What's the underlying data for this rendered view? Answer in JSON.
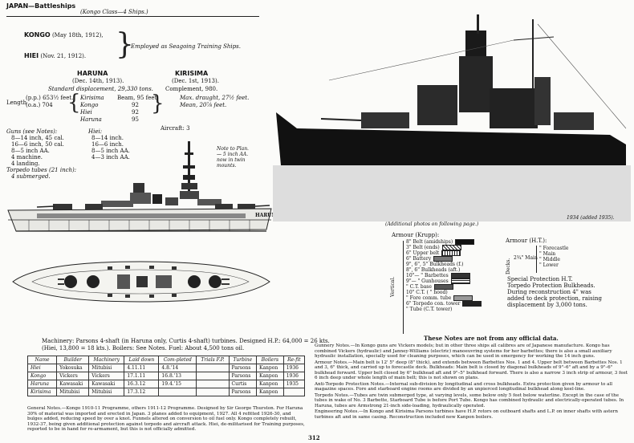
{
  "header": {
    "section": "JAPAN—Battleships",
    "class_title": "(Kongo Class—4 Ships.)"
  },
  "ships_training": [
    {
      "name": "KONGO",
      "date": "(May 18th, 1912),"
    },
    {
      "name": "HIEI",
      "date": "(Nov. 21, 1912)."
    }
  ],
  "training_note": "Employed as Seagoing Training Ships.",
  "ships_active": [
    {
      "name": "HARUNA",
      "date": "(Dec. 14th, 1913)."
    },
    {
      "name": "KIRISIMA",
      "date": "(Dec. 1st, 1913)."
    }
  ],
  "displacement": "Standard displacement, 29,330 tons.",
  "complement": "Complement, 980.",
  "length": {
    "label": "Length",
    "pp": "(p.p.) 653½ feet.",
    "oa": "(o.a.) 704",
    "rows": [
      {
        "ship": "Kirisima",
        "beam": "Beam, 95 feet."
      },
      {
        "ship": "Kongo",
        "beam": "92"
      },
      {
        "ship": "Hiei",
        "beam": "92"
      },
      {
        "ship": "Haruna",
        "beam": "95"
      }
    ],
    "draught_max": "Max. draught, 27½ feet.",
    "draught_mean": "Mean, 20⅞ feet."
  },
  "aircraft": "Aircraft: 3",
  "guns_left": {
    "title": "Guns (see Notes):",
    "items": [
      "8—14 inch, 45 cal.",
      "16—6 inch, 50 cal.",
      "8—5 inch AA.",
      "4 machine.",
      "4 landing."
    ],
    "torpedo_title": "Torpedo tubes (21 inch):",
    "torpedo": "4 submerged."
  },
  "guns_right": {
    "title": "Hiei:",
    "items": [
      "8—14 inch.",
      "16—6 inch.",
      "8—5 inch AA.",
      "4—3 inch AA."
    ]
  },
  "plan_note": "Note to Plan.— 5 inch AA. now in twin mounts.",
  "profile_label": "HARUNA.",
  "photo_caption_left": "(Additional photos on following page.)",
  "photo_caption_right": "1934 (added 1935).",
  "armour_krupp": {
    "title": "Armour (Krupp):",
    "side_label": "Vertical.",
    "items": [
      "8\" Belt (amidships)",
      "3\" Belt (ends)",
      "6\" Upper belt",
      "6\" Battery",
      "9\", 6\", 5\" Bulkheads (f.)",
      "8\", 6\" Bulkheads (aft.)",
      "10\"— \" Barbettes",
      "9\"— \" Gunhouses",
      "\" C.T. base",
      "10\" C.T. ( \" hood)",
      "\" Fore comm. tube",
      "6\" Torpedo con. tower",
      "\" Tube (C.T. tower)"
    ]
  },
  "armour_ht": {
    "title": "Armour (H.T.):",
    "side_label": "Decks.",
    "bracket": "2¾\" Main",
    "items": [
      "\" Forecastle",
      "\" Main",
      "\" Middle",
      "\" Lower"
    ],
    "notes": [
      "Special Protection H.T.",
      "Torpedo Protection Bulkheads.",
      "During reconstruction 4\" was",
      "added to deck protection, raising",
      "displacement by 3,000 tons."
    ]
  },
  "machinery": {
    "line1": "Machinery: Parsons 4-shaft (in Haruna only, Curtis 4-shaft) turbines. Designed H.P.: 64,000 = 26 kts.",
    "line2": "(Hiei, 13,800 = 18 kts.). Boilers: See Notes. Fuel: About 4,500 tons oil."
  },
  "table": {
    "headers": [
      "Name",
      "Builder",
      "Machinery",
      "Laid down",
      "Com-pleted",
      "Trials F.P.",
      "Turbine",
      "Boilers",
      "Re-fit"
    ],
    "rows": [
      [
        "Hiei",
        "Yokosuka",
        "Mitubisi",
        "4.11.11",
        "4.8.'14",
        "",
        "Parsons",
        "Kanpon",
        "1936"
      ],
      [
        "Kongo",
        "Vickers",
        "Vickers",
        "17.1.11",
        "16.8.'13",
        "",
        "Parsons",
        "Kanpon",
        "1936"
      ],
      [
        "Haruna",
        "Kawasaki",
        "Kawasaki",
        "16.3.12",
        "19.4.'15",
        "",
        "Curtis",
        "Kanpon",
        "1935"
      ],
      [
        "Kirisima",
        "Mitubisi",
        "Mitubisi",
        "17.3.12",
        "",
        "",
        "Parsons",
        "Kanpon",
        ""
      ]
    ]
  },
  "general_notes": "General Notes.—Kongo 1910-11 Programme, others 1911-12 Programme. Designed by Sir George Thurston. For Haruna 30% of material was imported and erected in Japan. 3 planes added to equipment, 1927. All 4 refitted 1926-30, and bulges added, reducing speed by over a knot. Funnels altered on conversion to oil fuel only. Kongo completely rebuilt, 1932-37, being given additional protection against torpedo and aircraft attack. Hiei, de-militarised for Training purposes, reported to be in hand for re-armament, but this is not officially admitted.",
  "right_notes": {
    "heading": "These Notes are not from any official data.",
    "paragraphs": [
      "Gunnery Notes.—In Kongo guns are Vickers models; but in other three ships all calibres are of Japanese manufacture. Kongo has combined Vickers (hydraulic) and Janney-Williams (electric) manoeuvring systems for her barbettes; there is also a small auxiliary hydraulic installation, specially used for cleaning purposes, which can be used in emergency for working the 14 inch guns.",
      "Armour Notes.—Main belt is 12' 5\" deep (8\" thick), and extends between Barbettes Nos. 1 and 4. Upper belt between Barbettes Nos. 1 and 3, 6\" thick, and carried up to forecastle deck. Bulkheads: Main belt is closed by diagonal bulkheads of 9\"–6\" aft and by a 9\"–6\" bulkhead forward. Upper belt closed by 6\" bulkhead aft and 9\"–5\" bulkhead forward. There is also a narrow 3 inch strip of armour, 3 feet 6 inch deep under whole length of main belt; this is not shown on plans.",
      "Anti-Torpedo Protection Notes.—Internal sub-division by longitudinal and cross bulkheads. Extra protection given by armour to all magazine spaces. Fore and starboard engine rooms are divided by an unpierced longitudinal bulkhead along keel-line.",
      "Torpedo Notes.—Tubes are twin submerged type, at varying levels, some below only 5 feet below waterline. Except in the case of the tubes in wake of No. 3 Barbette, Starboard Tube is before Port Tube. Kongo has combined hydraulic and electrically-operated tubes. In Haruna, tubes are Armstrong 21-inch side-loading, hydraulically operated.",
      "Engineering Notes.—In Kongo and Kirisima Parsons turbines have H.P. rotors on outboard shafts and L.P. on inner shafts with astern turbines aft and in same casing. Reconstruction included new Kanpon boilers."
    ]
  },
  "page_number": "312"
}
